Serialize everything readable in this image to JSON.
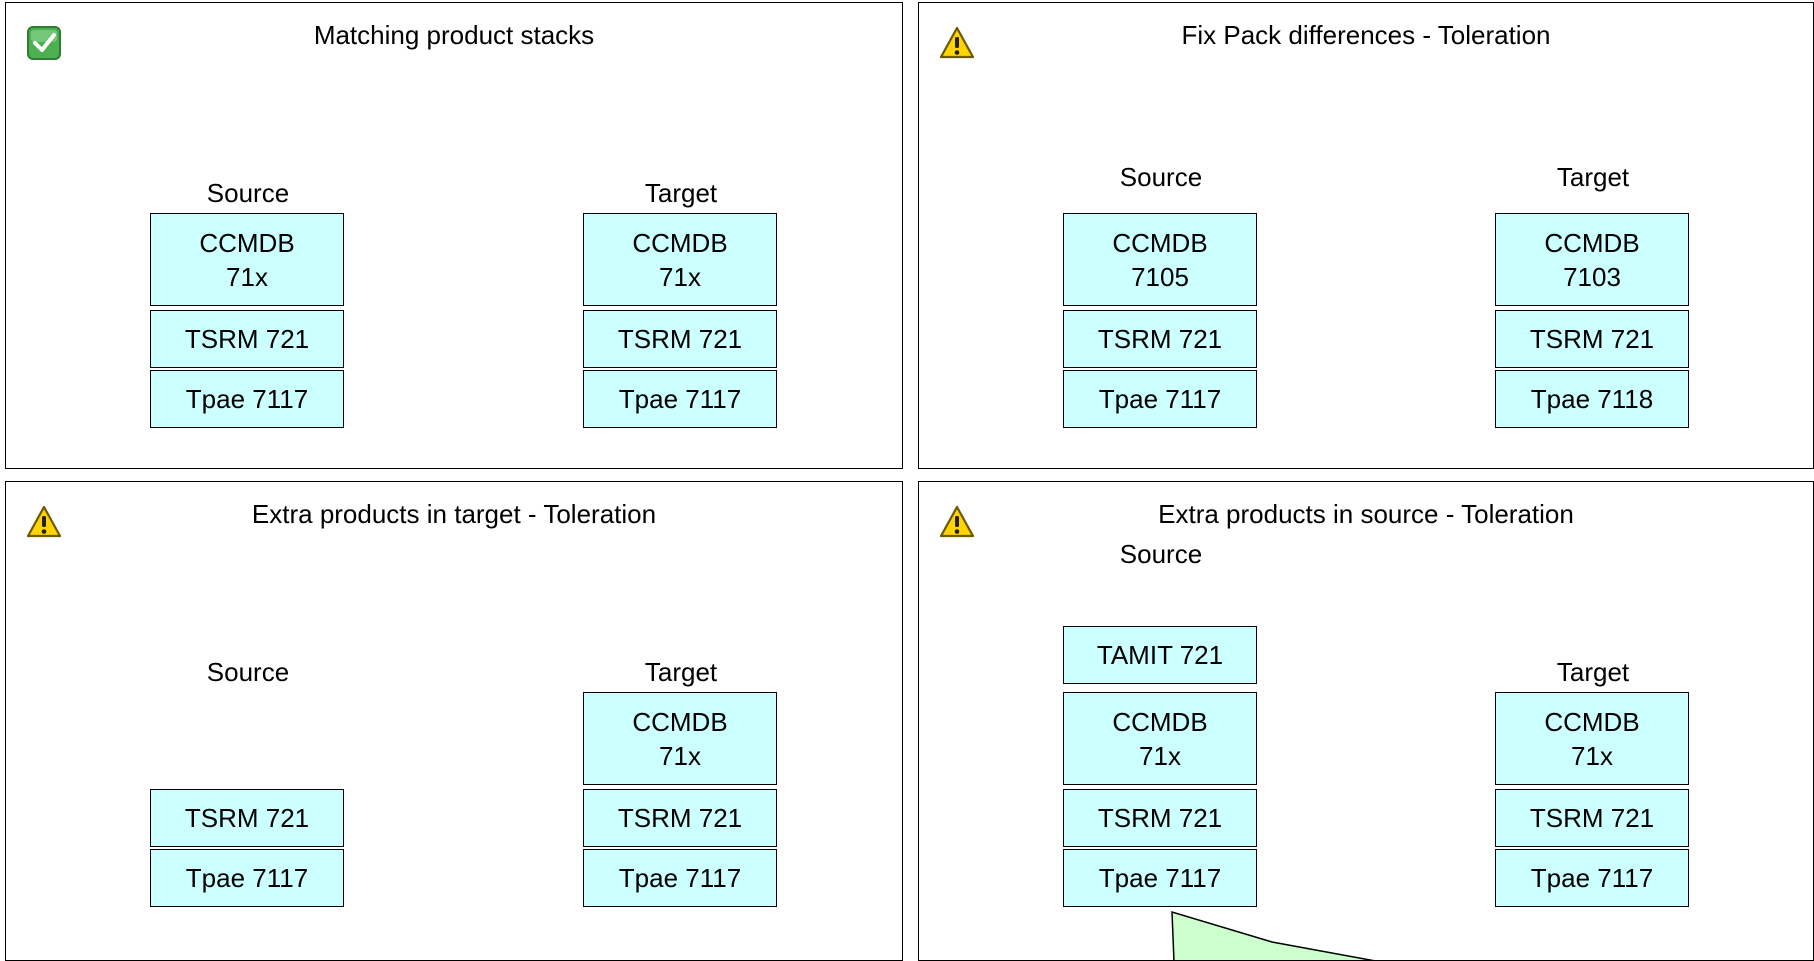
{
  "colors": {
    "box_fill": "#ccffff",
    "callout_fill": "#ccffcc",
    "ok_green": "#4caf50",
    "warn_yellow": "#ffd400"
  },
  "panels": [
    {
      "title": "Matching product stacks",
      "status_icon": "check-icon",
      "source_label": "Source",
      "target_label": "Target",
      "source_stack": [
        {
          "lines": [
            "CCMDB",
            "71x"
          ]
        },
        {
          "lines": [
            "TSRM 721"
          ]
        },
        {
          "lines": [
            "Tpae 7117"
          ]
        }
      ],
      "target_stack": [
        {
          "lines": [
            "CCMDB",
            "71x"
          ]
        },
        {
          "lines": [
            "TSRM 721"
          ]
        },
        {
          "lines": [
            "Tpae 7117"
          ]
        }
      ]
    },
    {
      "title": "Fix Pack differences - Toleration",
      "status_icon": "warning-icon",
      "source_label": "Source",
      "target_label": "Target",
      "source_stack": [
        {
          "lines": [
            "CCMDB",
            "7105"
          ]
        },
        {
          "lines": [
            "TSRM 721"
          ]
        },
        {
          "lines": [
            "Tpae 7117"
          ]
        }
      ],
      "target_stack": [
        {
          "lines": [
            "CCMDB",
            "7103"
          ]
        },
        {
          "lines": [
            "TSRM 721"
          ]
        },
        {
          "lines": [
            "Tpae 7118"
          ]
        }
      ]
    },
    {
      "title": "Extra products in target - Toleration",
      "status_icon": "warning-icon",
      "source_label": "Source",
      "target_label": "Target",
      "source_stack": [
        {
          "lines": [
            "TSRM 721"
          ]
        },
        {
          "lines": [
            "Tpae 7117"
          ]
        }
      ],
      "target_stack": [
        {
          "lines": [
            "CCMDB",
            "71x"
          ]
        },
        {
          "lines": [
            "TSRM 721"
          ]
        },
        {
          "lines": [
            "Tpae 7117"
          ]
        }
      ]
    },
    {
      "title": "Extra products in source - Toleration",
      "status_icon": "warning-icon",
      "source_label": "Source",
      "target_label": "Target",
      "source_stack": [
        {
          "lines": [
            "TAMIT 721"
          ]
        },
        {
          "lines": [
            "CCMDB",
            "71x"
          ]
        },
        {
          "lines": [
            "TSRM 721"
          ]
        },
        {
          "lines": [
            "Tpae 7117"
          ]
        }
      ],
      "target_stack": [
        {
          "lines": [
            "CCMDB",
            "71x"
          ]
        },
        {
          "lines": [
            "TSRM 721"
          ]
        },
        {
          "lines": [
            "Tpae 7117"
          ]
        }
      ]
    }
  ]
}
